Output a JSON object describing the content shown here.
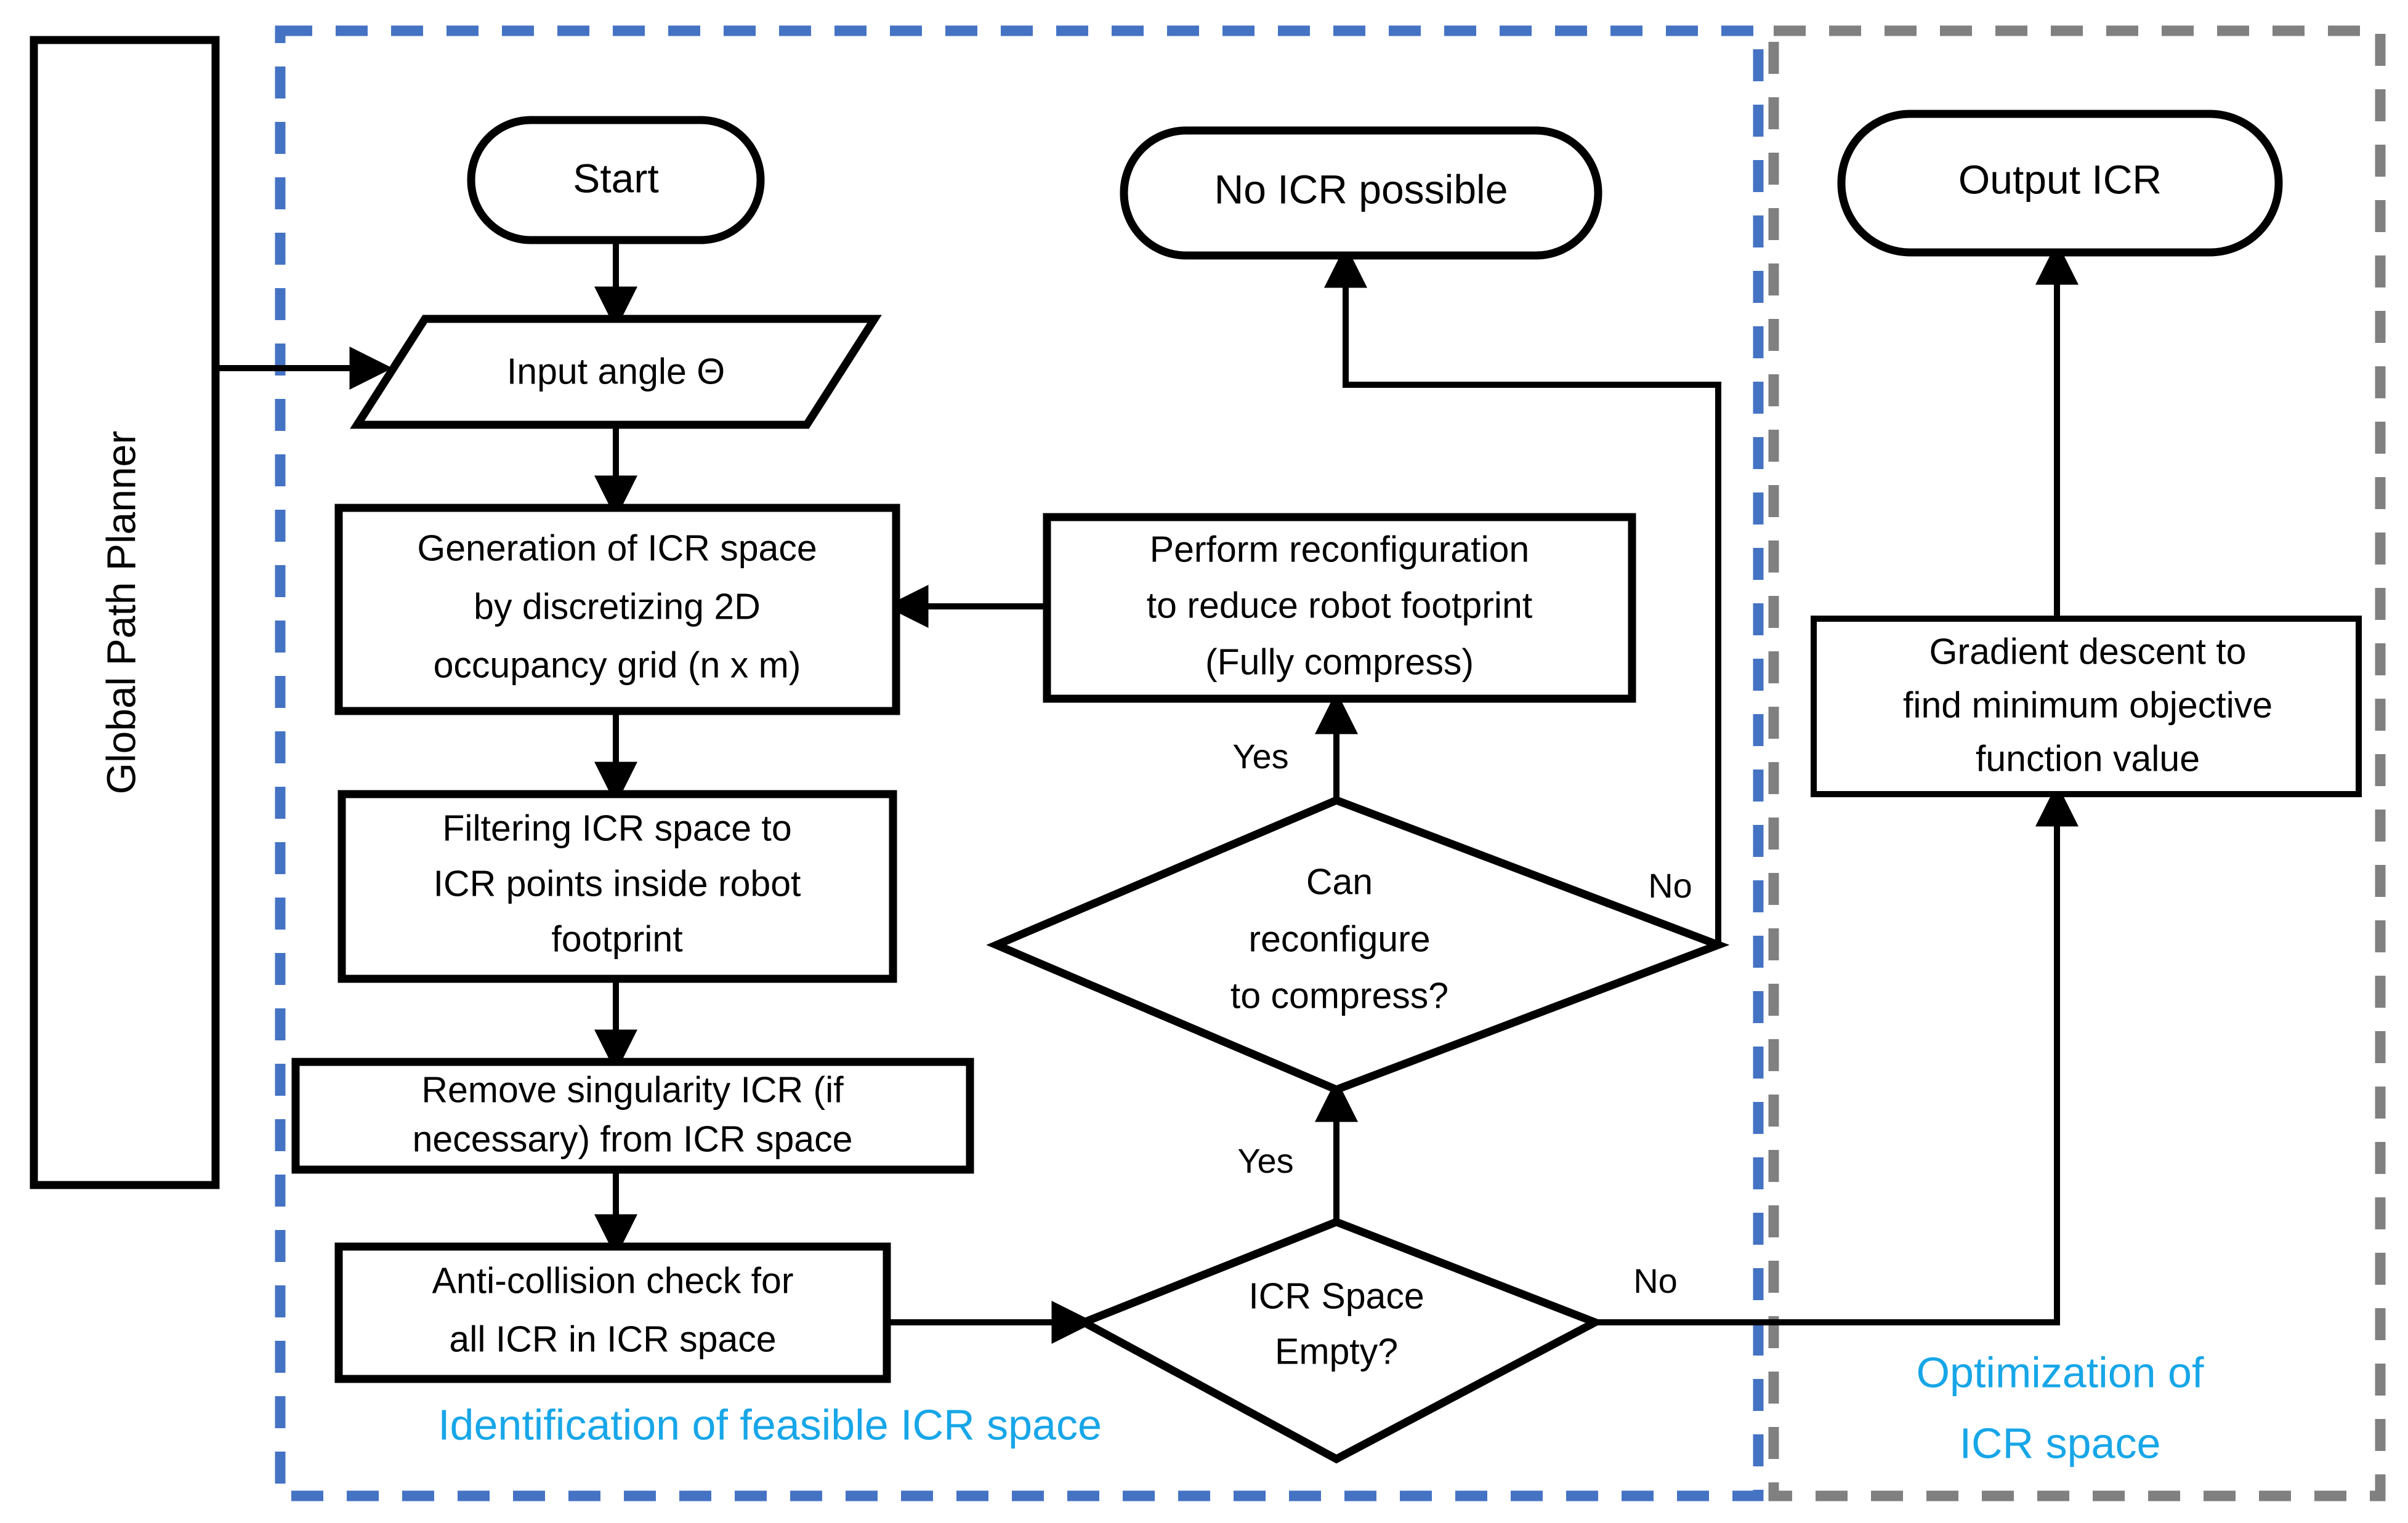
{
  "diagram": {
    "title": "ICR space identification and optimization flowchart",
    "colors": {
      "region_blue": "#4573C4",
      "region_gray": "#808080",
      "region_label": "#17A6E8",
      "stroke": "#000000",
      "background": "#FFFFFF"
    }
  },
  "regions": {
    "identification": {
      "label": "Identification of feasible ICR space",
      "border_color": "#4573C4",
      "border_style": "dashed"
    },
    "optimization": {
      "label_line1": "Optimization of",
      "label_line2": "ICR space",
      "border_color": "#808080",
      "border_style": "dashed"
    }
  },
  "nodes": {
    "global_path_planner": {
      "label": "Global Path Planner",
      "shape": "rectangle",
      "orientation": "vertical"
    },
    "start": {
      "label": "Start",
      "shape": "rounded-terminator"
    },
    "input_angle": {
      "label": "Input angle Θ",
      "shape": "parallelogram"
    },
    "generation": {
      "line1": "Generation of ICR space",
      "line2": "by discretizing 2D",
      "line3": "occupancy grid (n x m)",
      "shape": "rectangle"
    },
    "filtering": {
      "line1": "Filtering ICR space to",
      "line2": "ICR points inside robot",
      "line3": "footprint",
      "shape": "rectangle"
    },
    "remove_singularity": {
      "line1": "Remove singularity ICR (if",
      "line2": "necessary) from ICR space",
      "shape": "rectangle"
    },
    "anti_collision": {
      "line1": "Anti-collision check for",
      "line2": "all ICR in ICR space",
      "shape": "rectangle"
    },
    "icr_space_empty": {
      "line1": "ICR Space",
      "line2": "Empty?",
      "shape": "diamond"
    },
    "can_reconfigure": {
      "line1": "Can",
      "line2": "reconfigure",
      "line3": "to compress?",
      "shape": "diamond"
    },
    "perform_reconfiguration": {
      "line1": "Perform reconfiguration",
      "line2": "to reduce robot footprint",
      "line3": "(Fully compress)",
      "shape": "rectangle"
    },
    "no_icr_possible": {
      "label": "No ICR possible",
      "shape": "rounded-terminator"
    },
    "gradient_descent": {
      "line1": "Gradient descent to",
      "line2": "find minimum objective",
      "line3": "function value",
      "shape": "rectangle"
    },
    "output_icr": {
      "label": "Output ICR",
      "shape": "rounded-terminator"
    }
  },
  "edge_labels": {
    "empty_yes": "Yes",
    "empty_no": "No",
    "reconfigure_yes": "Yes",
    "reconfigure_no": "No"
  }
}
